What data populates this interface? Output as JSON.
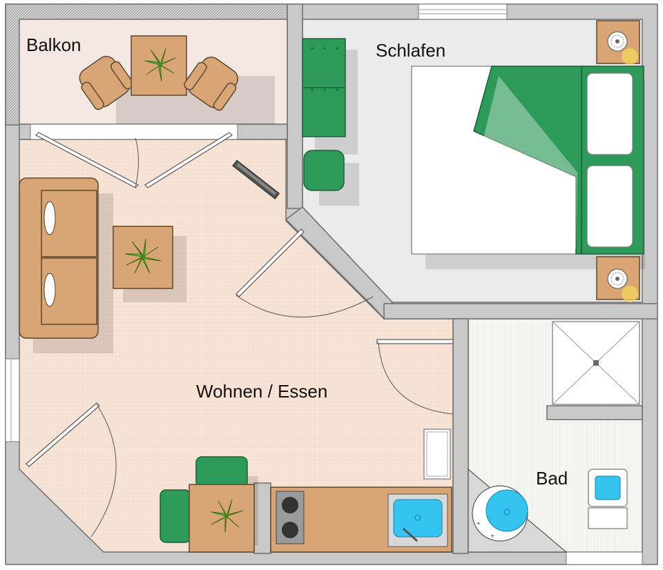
{
  "rooms": {
    "balkon": "Balkon",
    "schlafen": "Schlafen",
    "wohnen": "Wohnen / Essen",
    "bad": "Bad"
  },
  "colors": {
    "wall": "#c9c9c9",
    "living_floor": "#f7e3d5",
    "balcony_floor": "#f4e8e2",
    "bedroom_floor": "#ebebeb",
    "bath_floor": "#f4f4f1",
    "wood": "#d9a574",
    "green": "#2e9a5a",
    "water": "#35c3f0",
    "plant": "#6cc52e",
    "lamp_glow": "#f6d85a"
  },
  "icons": [
    "plant-icon",
    "lamp-icon",
    "shower-drain-icon",
    "sink-icon",
    "toilet-icon",
    "stove-burner-icon",
    "tv-icon"
  ]
}
